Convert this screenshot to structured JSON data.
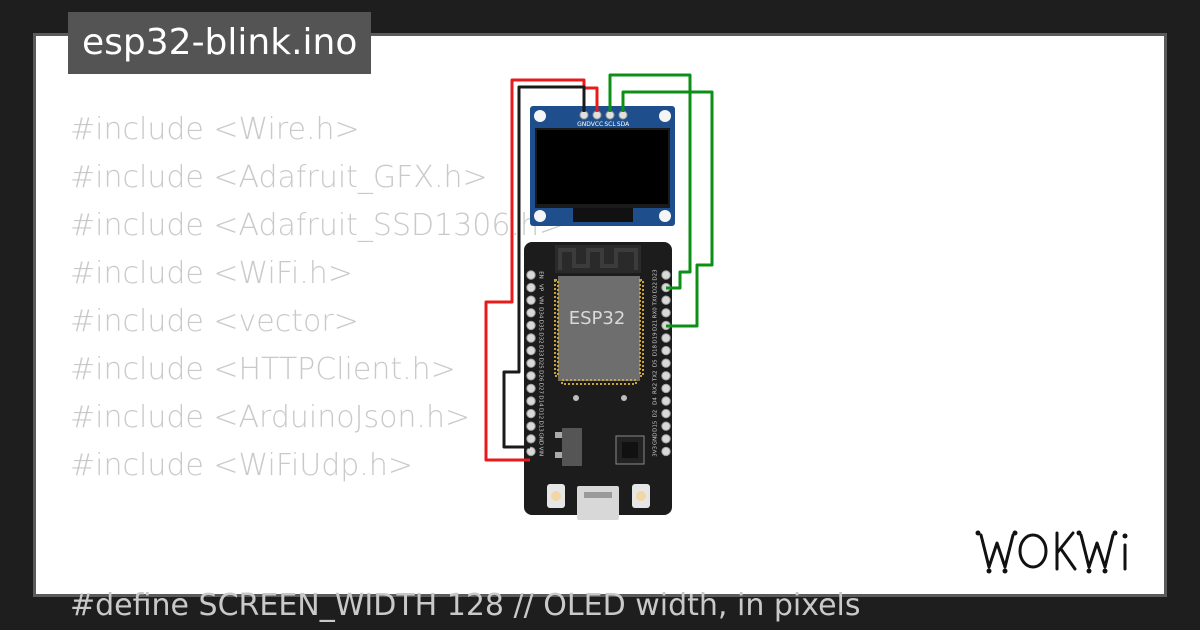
{
  "project": {
    "filename": "esp32-blink.ino"
  },
  "code_lines": [
    "#include <Wire.h>",
    "#include <Adafruit_GFX.h>",
    "#include <Adafruit_SSD1306.h>",
    "#include <WiFi.h>",
    "#include <vector>",
    "#include <HTTPClient.h>",
    "#include <ArduinoJson.h>",
    "#include <WiFiUdp.h>"
  ],
  "code_cutoff_line": "#define SCREEN_WIDTH 128 // OLED width, in pixels",
  "oled": {
    "pins": [
      "GND",
      "VCC",
      "SCL",
      "SDA"
    ]
  },
  "esp32": {
    "chip_label": "ESP32",
    "left_pins": [
      "EN",
      "VP",
      "VN",
      "D34",
      "D35",
      "D32",
      "D33",
      "D25",
      "D26",
      "D27",
      "D14",
      "D12",
      "D13",
      "GND",
      "VIN"
    ],
    "right_pins": [
      "D23",
      "D22",
      "TX0",
      "RX0",
      "D21",
      "D19",
      "D18",
      "D5",
      "TX2",
      "RX2",
      "D4",
      "D2",
      "D15",
      "GND",
      "3V3"
    ]
  },
  "wires": {
    "red": "#e81b1b",
    "black": "#1a1a1a",
    "green": "#0c8f16"
  },
  "logo": {
    "text": "WOKWi"
  }
}
